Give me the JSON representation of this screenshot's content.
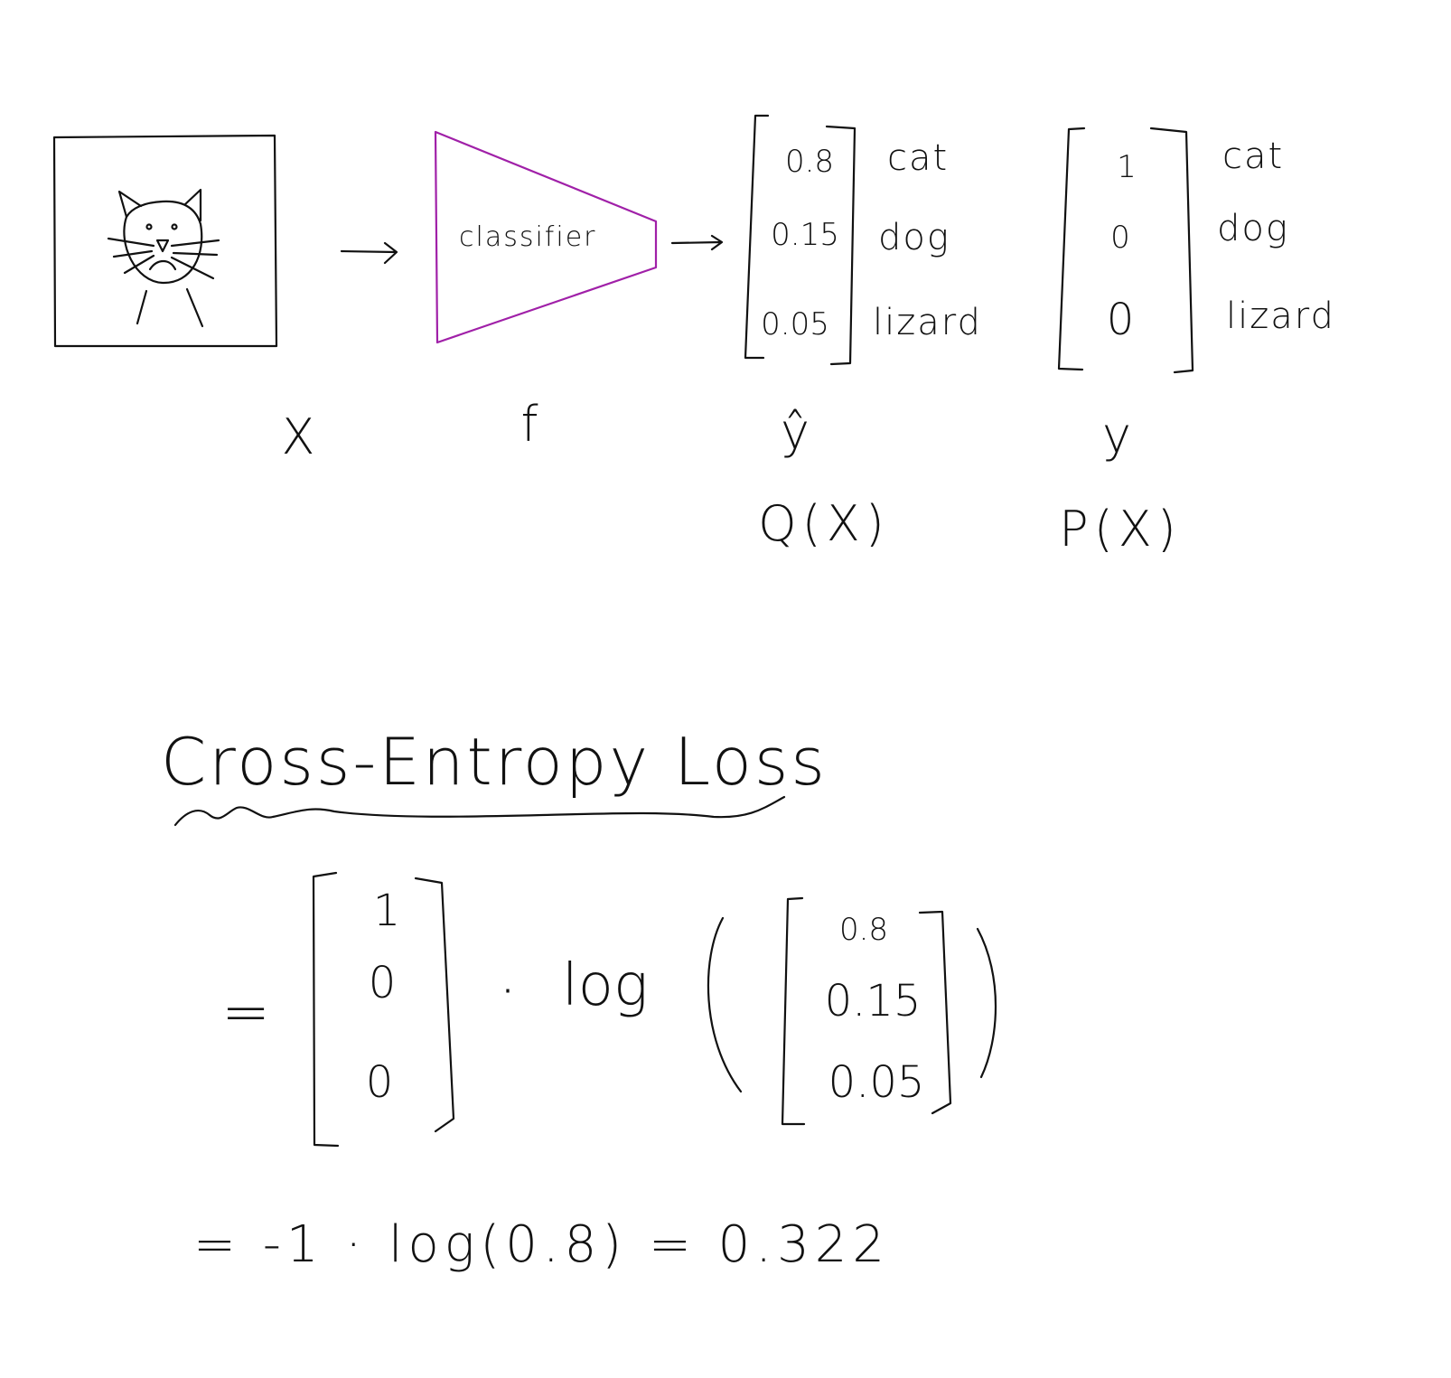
{
  "colors": {
    "ink": "#111111",
    "classifier_outline": "#a020a8",
    "background": "#ffffff"
  },
  "icons": {
    "input_image": "cat-drawing-icon"
  },
  "pipeline": {
    "classifier_label": "classifier",
    "x_label": "X",
    "f_label": "f",
    "yhat_label": "ŷ",
    "y_label": "y",
    "q_label": "Q(X)",
    "p_label": "P(X)",
    "prediction": [
      {
        "value": "0.8",
        "class": "cat"
      },
      {
        "value": "0.15",
        "class": "dog"
      },
      {
        "value": "0.05",
        "class": "lizard"
      }
    ],
    "target": [
      {
        "value": "1",
        "class": "cat"
      },
      {
        "value": "0",
        "class": "dog"
      },
      {
        "value": "0",
        "class": "lizard"
      }
    ]
  },
  "loss": {
    "title": "Cross-Entropy Loss",
    "sign": "=",
    "target_vector": [
      "1",
      "0",
      "0"
    ],
    "dot": "·",
    "log_word": "log",
    "open_paren": "(",
    "close_paren": ")",
    "pred_vector": [
      "0.8",
      "0.15",
      "0.05"
    ],
    "result_line": "= -1 · log(0.8) = 0.322"
  }
}
